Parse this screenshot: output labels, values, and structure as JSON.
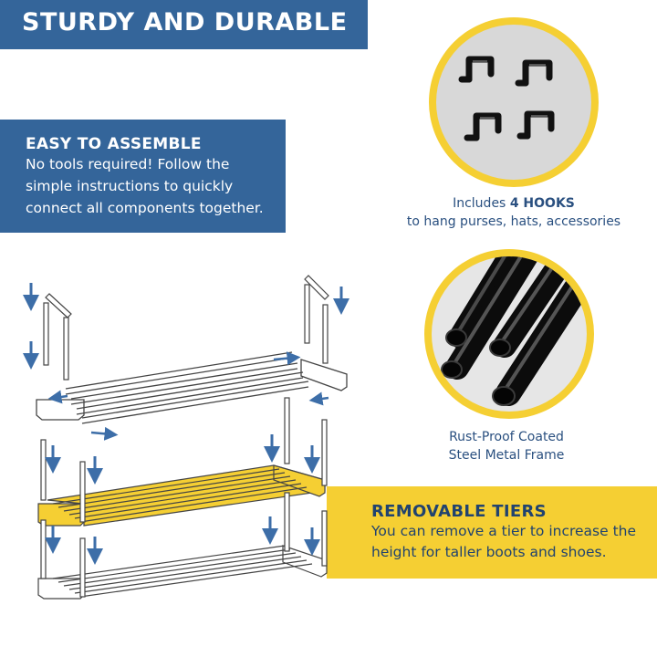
{
  "banner": {
    "title": "STURDY AND DURABLE"
  },
  "assemble": {
    "heading": "EASY TO ASSEMBLE",
    "lines": [
      "No tools required!  Follow the",
      "simple instructions to quickly",
      "connect all components together."
    ]
  },
  "hooks": {
    "prefix": "Includes ",
    "bold": "4 HOOKS",
    "line2": "to hang purses, hats, accessories"
  },
  "frame": {
    "line1": "Rust-Proof Coated",
    "line2": "Steel Metal Frame"
  },
  "tiers": {
    "heading": "REMOVABLE TIERS",
    "lines": [
      "You can remove a tier to increase the",
      "height for taller boots and shoes."
    ]
  },
  "colors": {
    "blue": "#34659a",
    "yellow": "#f5cf33",
    "arrow": "#3d6ea8"
  },
  "icons": [
    "hook-icon",
    "steel-tube-icon",
    "arrow-down-icon",
    "arrow-side-icon"
  ]
}
